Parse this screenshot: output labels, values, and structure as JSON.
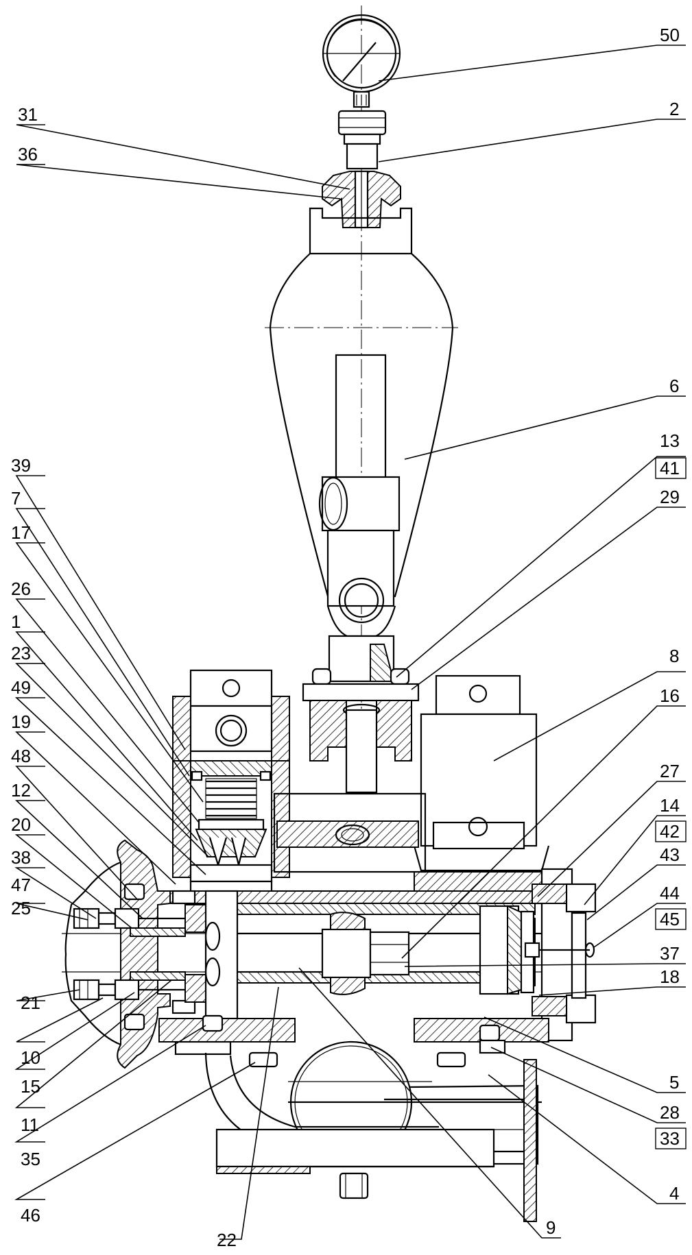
{
  "callouts": {
    "left": [
      {
        "id": "c31",
        "label": "31"
      },
      {
        "id": "c36",
        "label": "36"
      },
      {
        "id": "c39",
        "label": "39"
      },
      {
        "id": "c7",
        "label": "7"
      },
      {
        "id": "c17",
        "label": "17"
      },
      {
        "id": "c26",
        "label": "26"
      },
      {
        "id": "c1",
        "label": "1"
      },
      {
        "id": "c23",
        "label": "23"
      },
      {
        "id": "c49",
        "label": "49"
      },
      {
        "id": "c19",
        "label": "19"
      },
      {
        "id": "c48",
        "label": "48"
      },
      {
        "id": "c12",
        "label": "12"
      },
      {
        "id": "c20",
        "label": "20"
      },
      {
        "id": "c38",
        "label": "38"
      },
      {
        "id": "c47",
        "label": "47"
      },
      {
        "id": "c25",
        "label": "25"
      },
      {
        "id": "c21",
        "label": "21"
      },
      {
        "id": "c10",
        "label": "10"
      },
      {
        "id": "c15",
        "label": "15"
      },
      {
        "id": "c11",
        "label": "11"
      },
      {
        "id": "c35",
        "label": "35"
      },
      {
        "id": "c46",
        "label": "46"
      },
      {
        "id": "c22",
        "label": "22"
      }
    ],
    "right": [
      {
        "id": "c50",
        "label": "50"
      },
      {
        "id": "c2",
        "label": "2"
      },
      {
        "id": "c6",
        "label": "6"
      },
      {
        "id": "c13",
        "label": "13"
      },
      {
        "id": "c41",
        "label": "41"
      },
      {
        "id": "c29",
        "label": "29"
      },
      {
        "id": "c8",
        "label": "8"
      },
      {
        "id": "c16",
        "label": "16"
      },
      {
        "id": "c27",
        "label": "27"
      },
      {
        "id": "c14",
        "label": "14"
      },
      {
        "id": "c42",
        "label": "42"
      },
      {
        "id": "c43",
        "label": "43"
      },
      {
        "id": "c44",
        "label": "44"
      },
      {
        "id": "c45",
        "label": "45"
      },
      {
        "id": "c37",
        "label": "37"
      },
      {
        "id": "c18",
        "label": "18"
      },
      {
        "id": "c5",
        "label": "5"
      },
      {
        "id": "c28",
        "label": "28"
      },
      {
        "id": "c33",
        "label": "33"
      },
      {
        "id": "c4",
        "label": "4"
      },
      {
        "id": "c9",
        "label": "9"
      }
    ]
  }
}
